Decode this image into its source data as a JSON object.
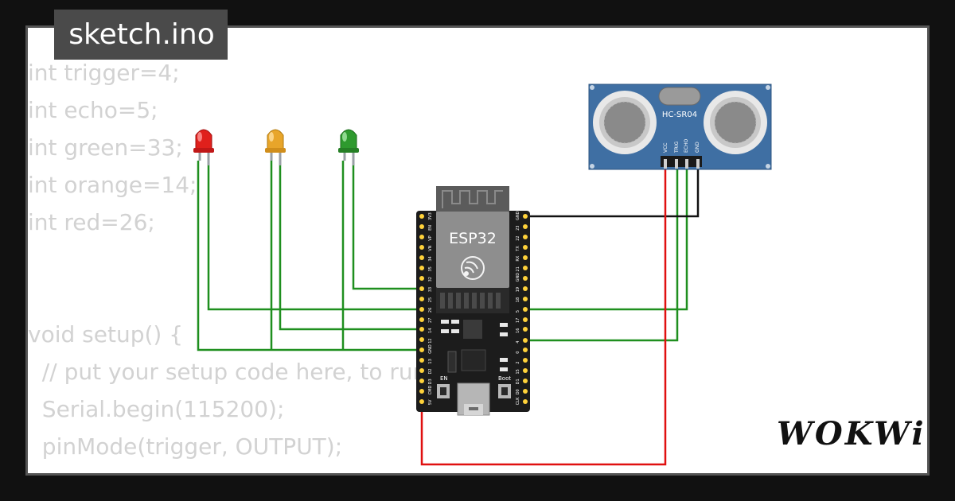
{
  "window": {
    "title": "sketch.ino"
  },
  "code": {
    "lines": [
      "int trigger=4;",
      "int echo=5;",
      "int green=33;",
      "int orange=14;",
      "int red=26;",
      "",
      "",
      "void setup() {",
      "  // put your setup code here, to run once:",
      "  Serial.begin(115200);",
      "  pinMode(trigger, OUTPUT);"
    ]
  },
  "components": {
    "sensor_label": "HC-SR04",
    "sensor_pins": [
      "VCC",
      "TRIG",
      "ECHO",
      "GND"
    ],
    "board_label": "ESP32",
    "board_button_en": "EN",
    "board_button_boot": "Boot",
    "leds": [
      {
        "name": "red-led",
        "color": "#e0201c"
      },
      {
        "name": "orange-led",
        "color": "#e8a52a"
      },
      {
        "name": "green-led",
        "color": "#2e9a2e"
      }
    ],
    "board_pins_left": [
      "3V3",
      "EN",
      "VP",
      "VN",
      "34",
      "35",
      "32",
      "33",
      "25",
      "26",
      "27",
      "14",
      "12",
      "GND",
      "13",
      "D2",
      "D3",
      "CMD",
      "5V"
    ],
    "board_pins_right": [
      "GND",
      "23",
      "22",
      "TX",
      "RX",
      "21",
      "GND",
      "19",
      "18",
      "5",
      "17",
      "16",
      "4",
      "0",
      "2",
      "15",
      "D1",
      "D0",
      "CLK"
    ]
  },
  "wire_colors": {
    "signal": "#1f8f1f",
    "power": "#e01010",
    "ground": "#111111"
  },
  "branding": {
    "logo": "WOKWi"
  }
}
